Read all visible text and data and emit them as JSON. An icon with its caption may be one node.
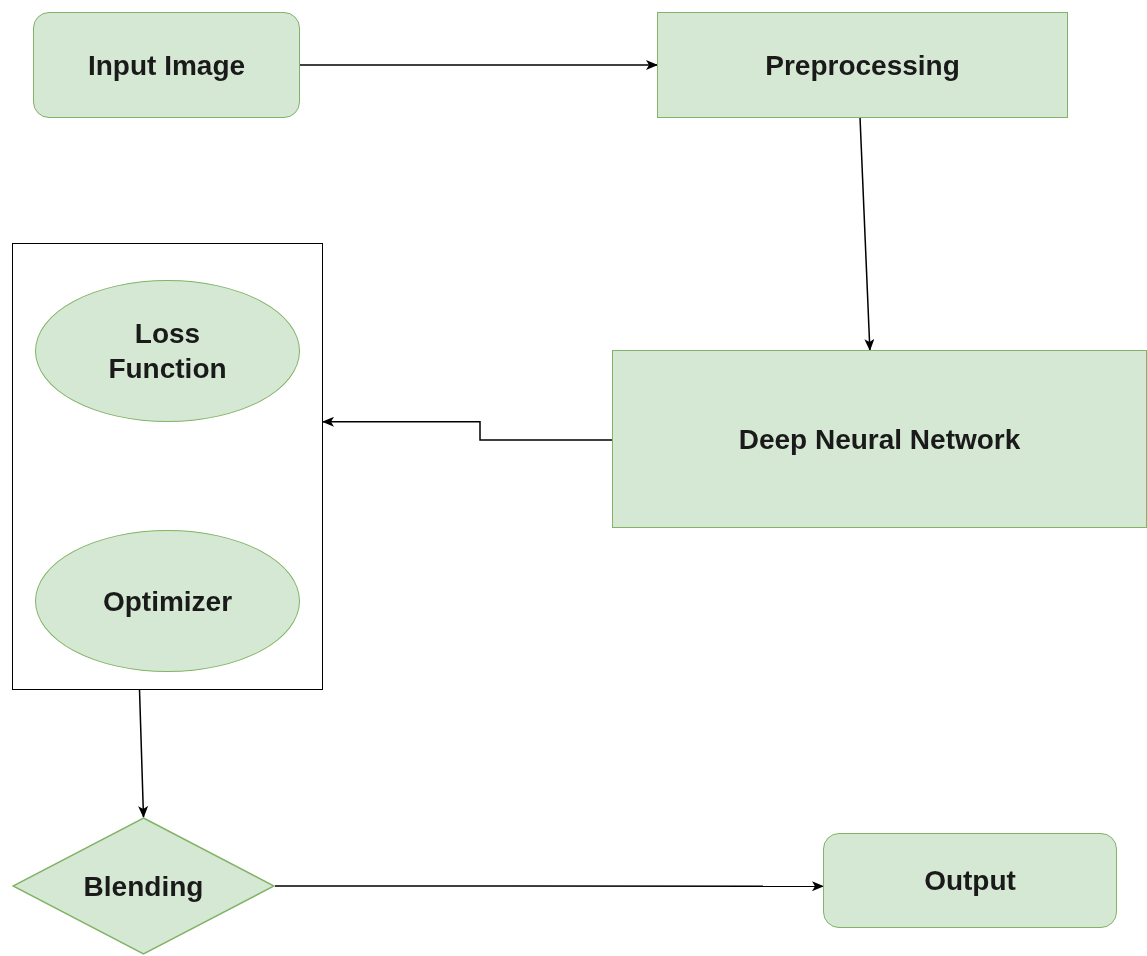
{
  "diagram": {
    "nodes": [
      {
        "text": [
          "Input Image"
        ]
      },
      {
        "text": [
          "Preprocessing"
        ]
      },
      {
        "text": [],
        "shape": "box"
      },
      {
        "text": [
          "Loss Function"
        ],
        "in": 2
      },
      {
        "text": [
          "Optimizer"
        ],
        "in": 2
      },
      {
        "text": [
          "Deep Neural Network"
        ]
      },
      {
        "text": [
          "Blending"
        ]
      },
      {
        "text": [
          "Output"
        ]
      }
    ],
    "edges": [
      {
        "from": 0,
        "to": 1,
        "arrow": "to"
      },
      {
        "from": 1,
        "to": 5,
        "arrow": "to"
      },
      {
        "from": 5,
        "to": 2,
        "arrow": "to"
      },
      {
        "from": 2,
        "to": 6,
        "arrow": "to"
      },
      {
        "from": 6,
        "to": 7,
        "arrow": "to"
      }
    ]
  }
}
